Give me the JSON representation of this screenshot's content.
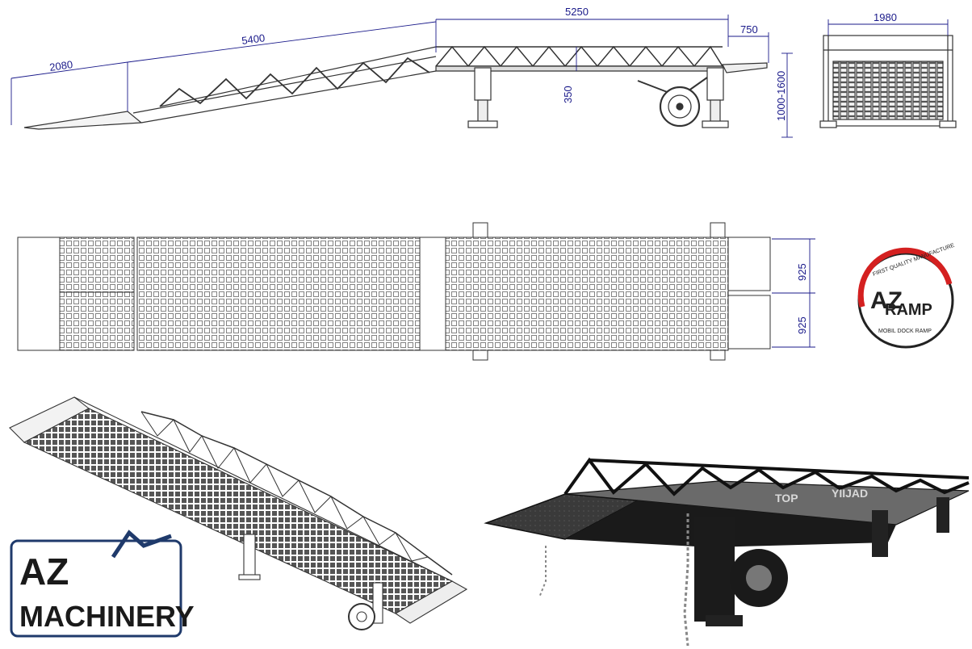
{
  "dimensions": {
    "side_view": {
      "lip_length": "2080",
      "ramp_length": "5400",
      "platform_length": "5250",
      "rear_extension": "750",
      "beam_height": "350",
      "working_height": "1000-1600"
    },
    "end_view": {
      "width": "1980"
    },
    "top_view": {
      "upper_lane": "925",
      "lower_lane": "925"
    }
  },
  "badge": {
    "ring_text": "FIRST QUALITY MANUFACTURE",
    "az": "AZ",
    "ramp": "RAMP",
    "bottom_text": "MOBIL DOCK RAMP",
    "ring_color": "#d42020"
  },
  "logo": {
    "az": "AZ",
    "machinery": "MACHINERY",
    "frame_color": "#1f3a6b"
  },
  "photo": {
    "side_text_1": "TOP",
    "side_text_2": "YIIJAD"
  },
  "colors": {
    "line": "#333333",
    "dimension": "#1a1a8a",
    "steel": "#222222"
  }
}
